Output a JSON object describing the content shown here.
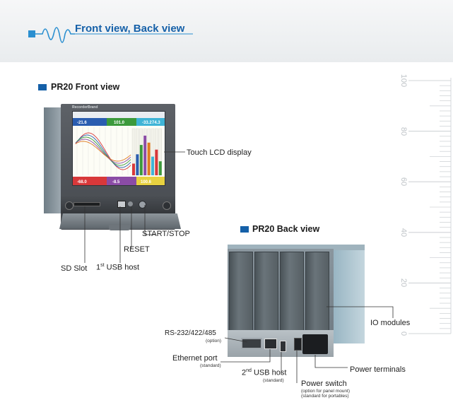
{
  "header": {
    "title": "Front view, Back view"
  },
  "front": {
    "title": "PR20 Front view",
    "screen_brand": "RecorderBrand",
    "labels": {
      "touch_lcd": "Touch LCD display",
      "start_stop": "START/STOP",
      "reset": "RESET",
      "sd_slot": "SD Slot",
      "usb_pre": "1",
      "usb_sup": "st",
      "usb_post": " USB host"
    },
    "readouts": [
      "-21.6",
      "101.0",
      "-33.2",
      "-68.0",
      "-8.5",
      "100.6",
      "74.3"
    ],
    "bars": [
      0.25,
      0.45,
      0.65,
      0.85,
      0.7,
      0.4,
      0.55,
      0.3
    ],
    "colors": {
      "accent": "#1560a8",
      "blue_header": "#2a5db0",
      "green_header": "#3c9a3c",
      "cyan_header": "#3fb4d6",
      "red_footer": "#d8383a",
      "purple_footer": "#8b4ca6",
      "yellow_footer": "#e8d240"
    }
  },
  "back": {
    "title": "PR20 Back view",
    "labels": {
      "io": "IO modules",
      "rs_main": "RS-232/422/485",
      "rs_note": "(option)",
      "eth_main": "Ethernet port",
      "eth_note": "(standard)",
      "usb2_pre": "2",
      "usb2_sup": "nd",
      "usb2_post": " USB host",
      "usb2_note": "(standard)",
      "power_switch": "Power switch",
      "power_switch_note1": "(option for panel mount)",
      "power_switch_note2": "(standard for portables)",
      "power_terminals": "Power terminals"
    }
  },
  "ruler": {
    "labels": [
      "100",
      "80",
      "60",
      "40",
      "20",
      "0"
    ]
  }
}
